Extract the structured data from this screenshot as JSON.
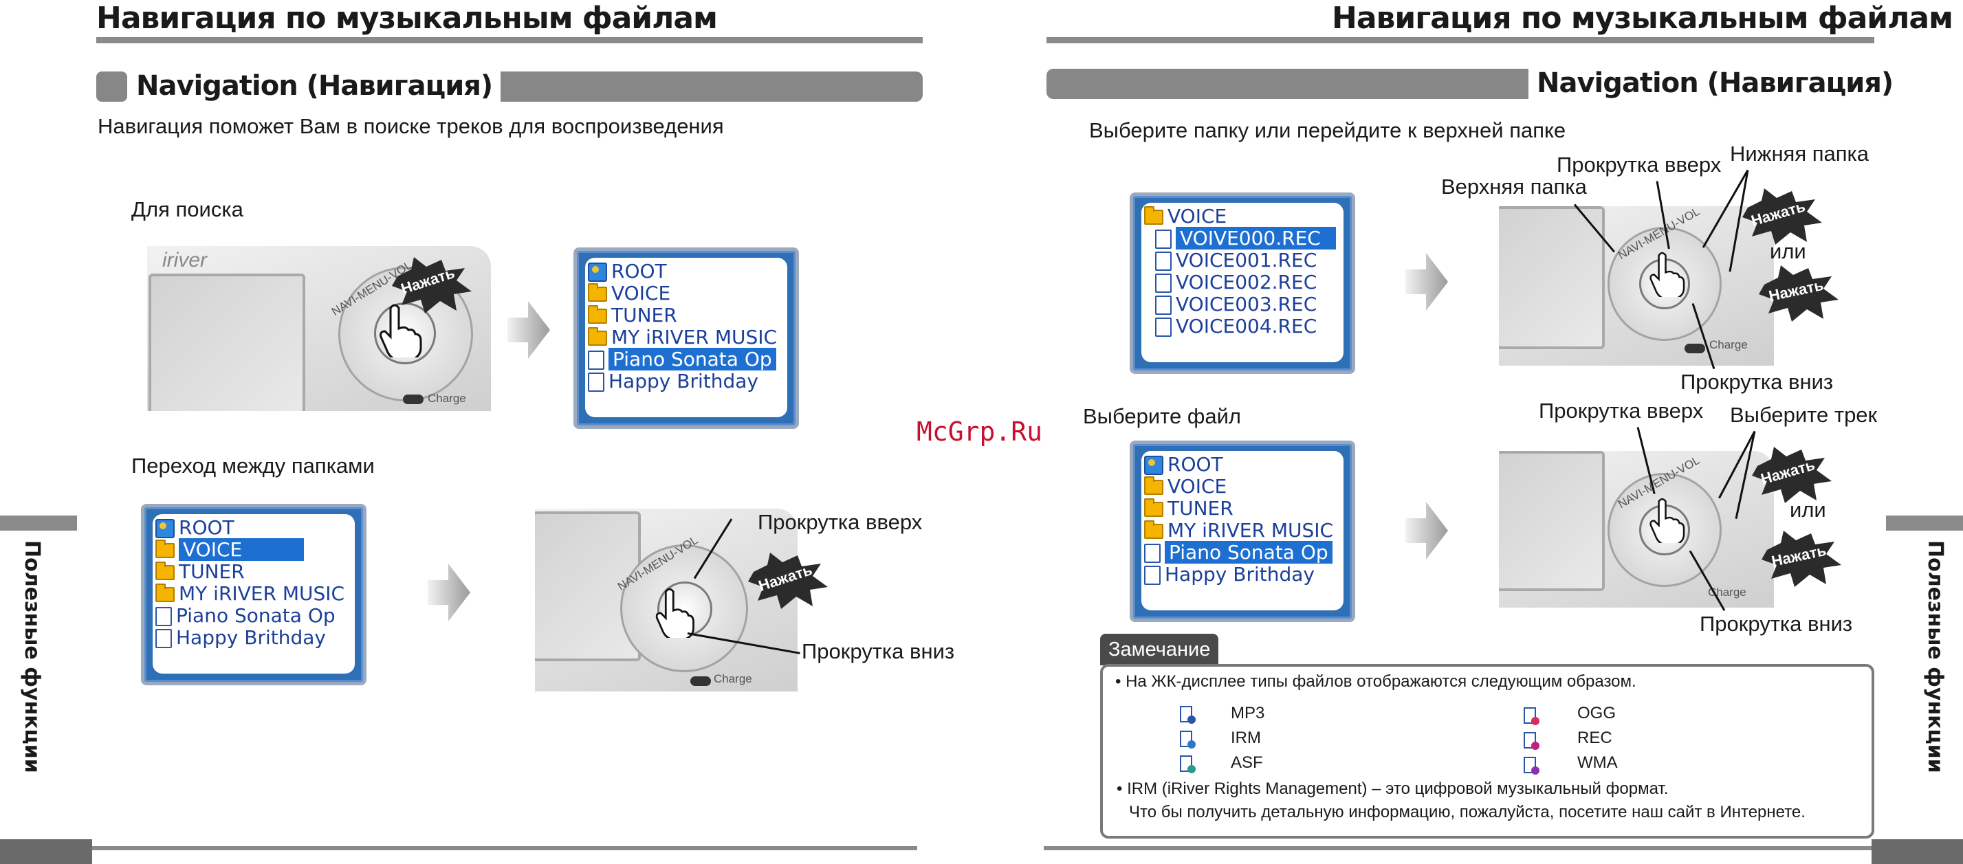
{
  "left_page": {
    "title": "Навигация по музыкальным файлам",
    "section": "Navigation (Навигация)",
    "intro": "Навигация поможет Вам в поиске треков для воспроизведения",
    "search_heading": "Для поиска",
    "folders_heading": "Переход между папками",
    "lcd1": {
      "rows": [
        {
          "icon": "root-icon",
          "text": "ROOT"
        },
        {
          "icon": "folder-icon",
          "text": "VOICE"
        },
        {
          "icon": "folder-icon",
          "text": "TUNER"
        },
        {
          "icon": "folder-icon",
          "text": "MY iRIVER MUSIC"
        },
        {
          "icon": "mp3-file-icon",
          "text": "Piano Sonata Op"
        },
        {
          "icon": "wma-file-icon",
          "text": "Happy Brithday"
        }
      ],
      "highlight": 4
    },
    "lcd2": {
      "rows": [
        {
          "icon": "root-icon",
          "text": "ROOT"
        },
        {
          "icon": "folder-icon",
          "text": "VOICE"
        },
        {
          "icon": "folder-icon",
          "text": "TUNER"
        },
        {
          "icon": "folder-icon",
          "text": "MY iRIVER MUSIC"
        },
        {
          "icon": "mp3-file-icon",
          "text": "Piano Sonata Op"
        },
        {
          "icon": "wma-file-icon",
          "text": "Happy Brithday"
        }
      ],
      "highlight": 1
    },
    "device_brand": "iriver",
    "device_wheel": "NAVI-MENU-VOL",
    "device_charge": "Charge",
    "press": "Нажать",
    "scroll_up": "Прокрутка вверх",
    "scroll_down": "Прокрутка вниз",
    "side_label": "Полезные функции"
  },
  "watermark": "McGrp.Ru",
  "right_page": {
    "title": "Навигация по музыкальным файлам",
    "section": "Navigation (Навигация)",
    "intro": "Выберите папку или перейдите к верхней папке",
    "select_file": "Выберите файл",
    "lcd3": {
      "rows": [
        {
          "icon": "folder-open-icon",
          "text": "VOICE"
        },
        {
          "icon": "rec-file-icon",
          "text": "VOIVE000.REC"
        },
        {
          "icon": "rec-file-icon",
          "text": "VOICE001.REC"
        },
        {
          "icon": "rec-file-icon",
          "text": "VOICE002.REC"
        },
        {
          "icon": "rec-file-icon",
          "text": "VOICE003.REC"
        },
        {
          "icon": "rec-file-icon",
          "text": "VOICE004.REC"
        }
      ],
      "highlight": 1
    },
    "lcd4": {
      "rows": [
        {
          "icon": "root-icon",
          "text": "ROOT"
        },
        {
          "icon": "folder-icon",
          "text": "VOICE"
        },
        {
          "icon": "folder-icon",
          "text": "TUNER"
        },
        {
          "icon": "folder-icon",
          "text": "MY iRIVER MUSIC"
        },
        {
          "icon": "mp3-file-icon",
          "text": "Piano Sonata Op"
        },
        {
          "icon": "wma-file-icon",
          "text": "Happy Brithday"
        }
      ],
      "highlight": 4
    },
    "upper_folder": "Верхняя папка",
    "lower_folder": "Нижняя папка",
    "scroll_up": "Прокрутка вверх",
    "scroll_down": "Прокрутка вниз",
    "select_track": "Выберите трек",
    "or": "или",
    "press": "Нажать",
    "device_wheel": "NAVI-MENU-VOL",
    "device_charge": "Charge",
    "note": {
      "tag": "Замечание",
      "line1": "• На ЖК-дисплее типы файлов отображаются следующим образом.",
      "types_left": [
        "MP3",
        "IRM",
        "ASF"
      ],
      "types_right": [
        "OGG",
        "REC",
        "WMA"
      ],
      "line2": "• IRM (iRiver Rights Management) – это цифровой музыкальный формат.",
      "line3": "Что бы получить детальную информацию, пожалуйста, посетите наш сайт в Интернете."
    },
    "side_label": "Полезные функции"
  },
  "colors": {
    "rule": "#8a8a8a",
    "lcd_frame": "#2e6fb6",
    "lcd_text": "#1c3f9a",
    "highlight": "#1d6fd1",
    "watermark": "#c8102e"
  }
}
